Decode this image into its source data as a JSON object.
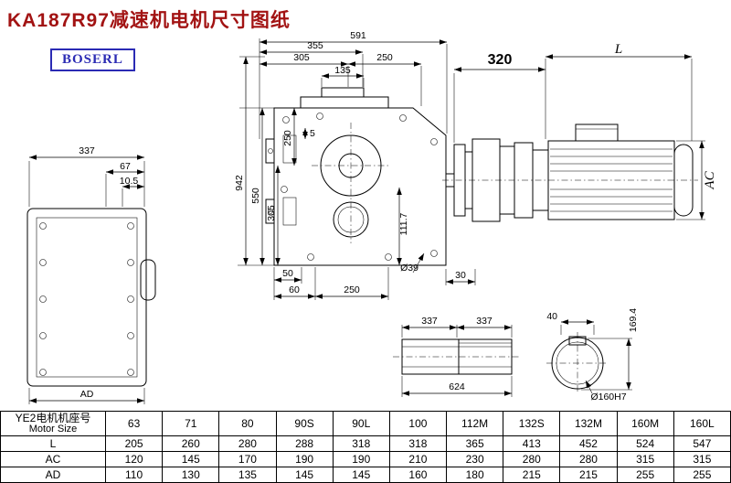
{
  "title": "KA187R97减速机电机尺寸图纸",
  "logo": "BOSERL",
  "colors": {
    "title": "#A21313",
    "logo": "#2B2BB4",
    "line": "#000000"
  },
  "dims": {
    "side_width": "337",
    "side_67": "67",
    "side_105": "10.5",
    "side_ad": "AD",
    "front_591": "591",
    "front_355": "355",
    "front_305_top": "305",
    "front_250_top": "250",
    "front_135": "135",
    "front_942": "942",
    "front_550": "550",
    "front_305_left": "305",
    "front_250_left": "250",
    "front_5": "5",
    "front_1117": "111.7",
    "front_50": "50",
    "front_60": "60",
    "front_250_bottom": "250",
    "front_d39": "Ø39",
    "front_30": "30",
    "motor_320": "320",
    "motor_L": "L",
    "motor_AC": "AC",
    "shaft_337_a": "337",
    "shaft_337_b": "337",
    "shaft_624": "624",
    "end_40": "40",
    "end_1694": "169.4",
    "end_d160": "Ø160H7"
  },
  "table": {
    "header_cn": "YE2电机机座号",
    "header_en": "Motor Size",
    "columns": [
      "63",
      "71",
      "80",
      "90S",
      "90L",
      "100",
      "112M",
      "132S",
      "132M",
      "160M",
      "160L"
    ],
    "rows": [
      {
        "label": "L",
        "values": [
          "205",
          "260",
          "280",
          "288",
          "318",
          "318",
          "365",
          "413",
          "452",
          "524",
          "547"
        ]
      },
      {
        "label": "AC",
        "values": [
          "120",
          "145",
          "170",
          "190",
          "190",
          "210",
          "230",
          "280",
          "280",
          "315",
          "315"
        ]
      },
      {
        "label": "AD",
        "values": [
          "110",
          "130",
          "135",
          "145",
          "145",
          "160",
          "180",
          "215",
          "215",
          "255",
          "255"
        ]
      }
    ]
  }
}
